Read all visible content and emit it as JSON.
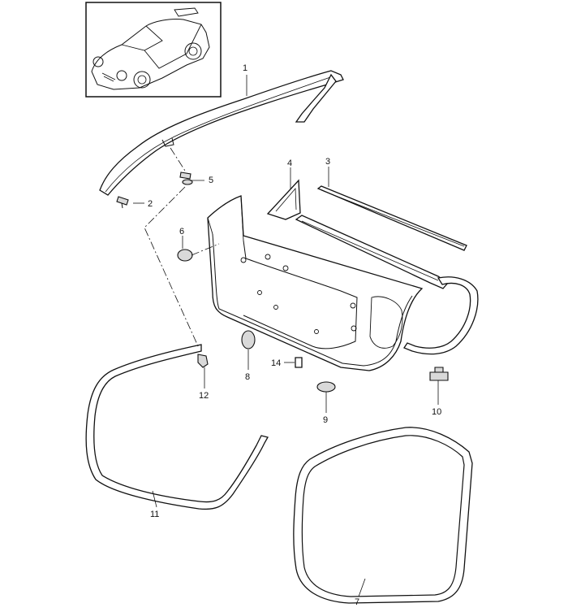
{
  "callouts": [
    {
      "id": "1",
      "part": "window-frame-seal"
    },
    {
      "id": "2",
      "part": "screw"
    },
    {
      "id": "3",
      "part": "window-channel-strip"
    },
    {
      "id": "4",
      "part": "mirror-triangle-cover"
    },
    {
      "id": "5",
      "part": "screw"
    },
    {
      "id": "6",
      "part": "cap"
    },
    {
      "id": "7",
      "part": "door-seal"
    },
    {
      "id": "8",
      "part": "plug"
    },
    {
      "id": "9",
      "part": "plug"
    },
    {
      "id": "10",
      "part": "clip"
    },
    {
      "id": "11",
      "part": "body-seal"
    },
    {
      "id": "12",
      "part": "screw"
    },
    {
      "id": "14",
      "part": "clip"
    }
  ]
}
